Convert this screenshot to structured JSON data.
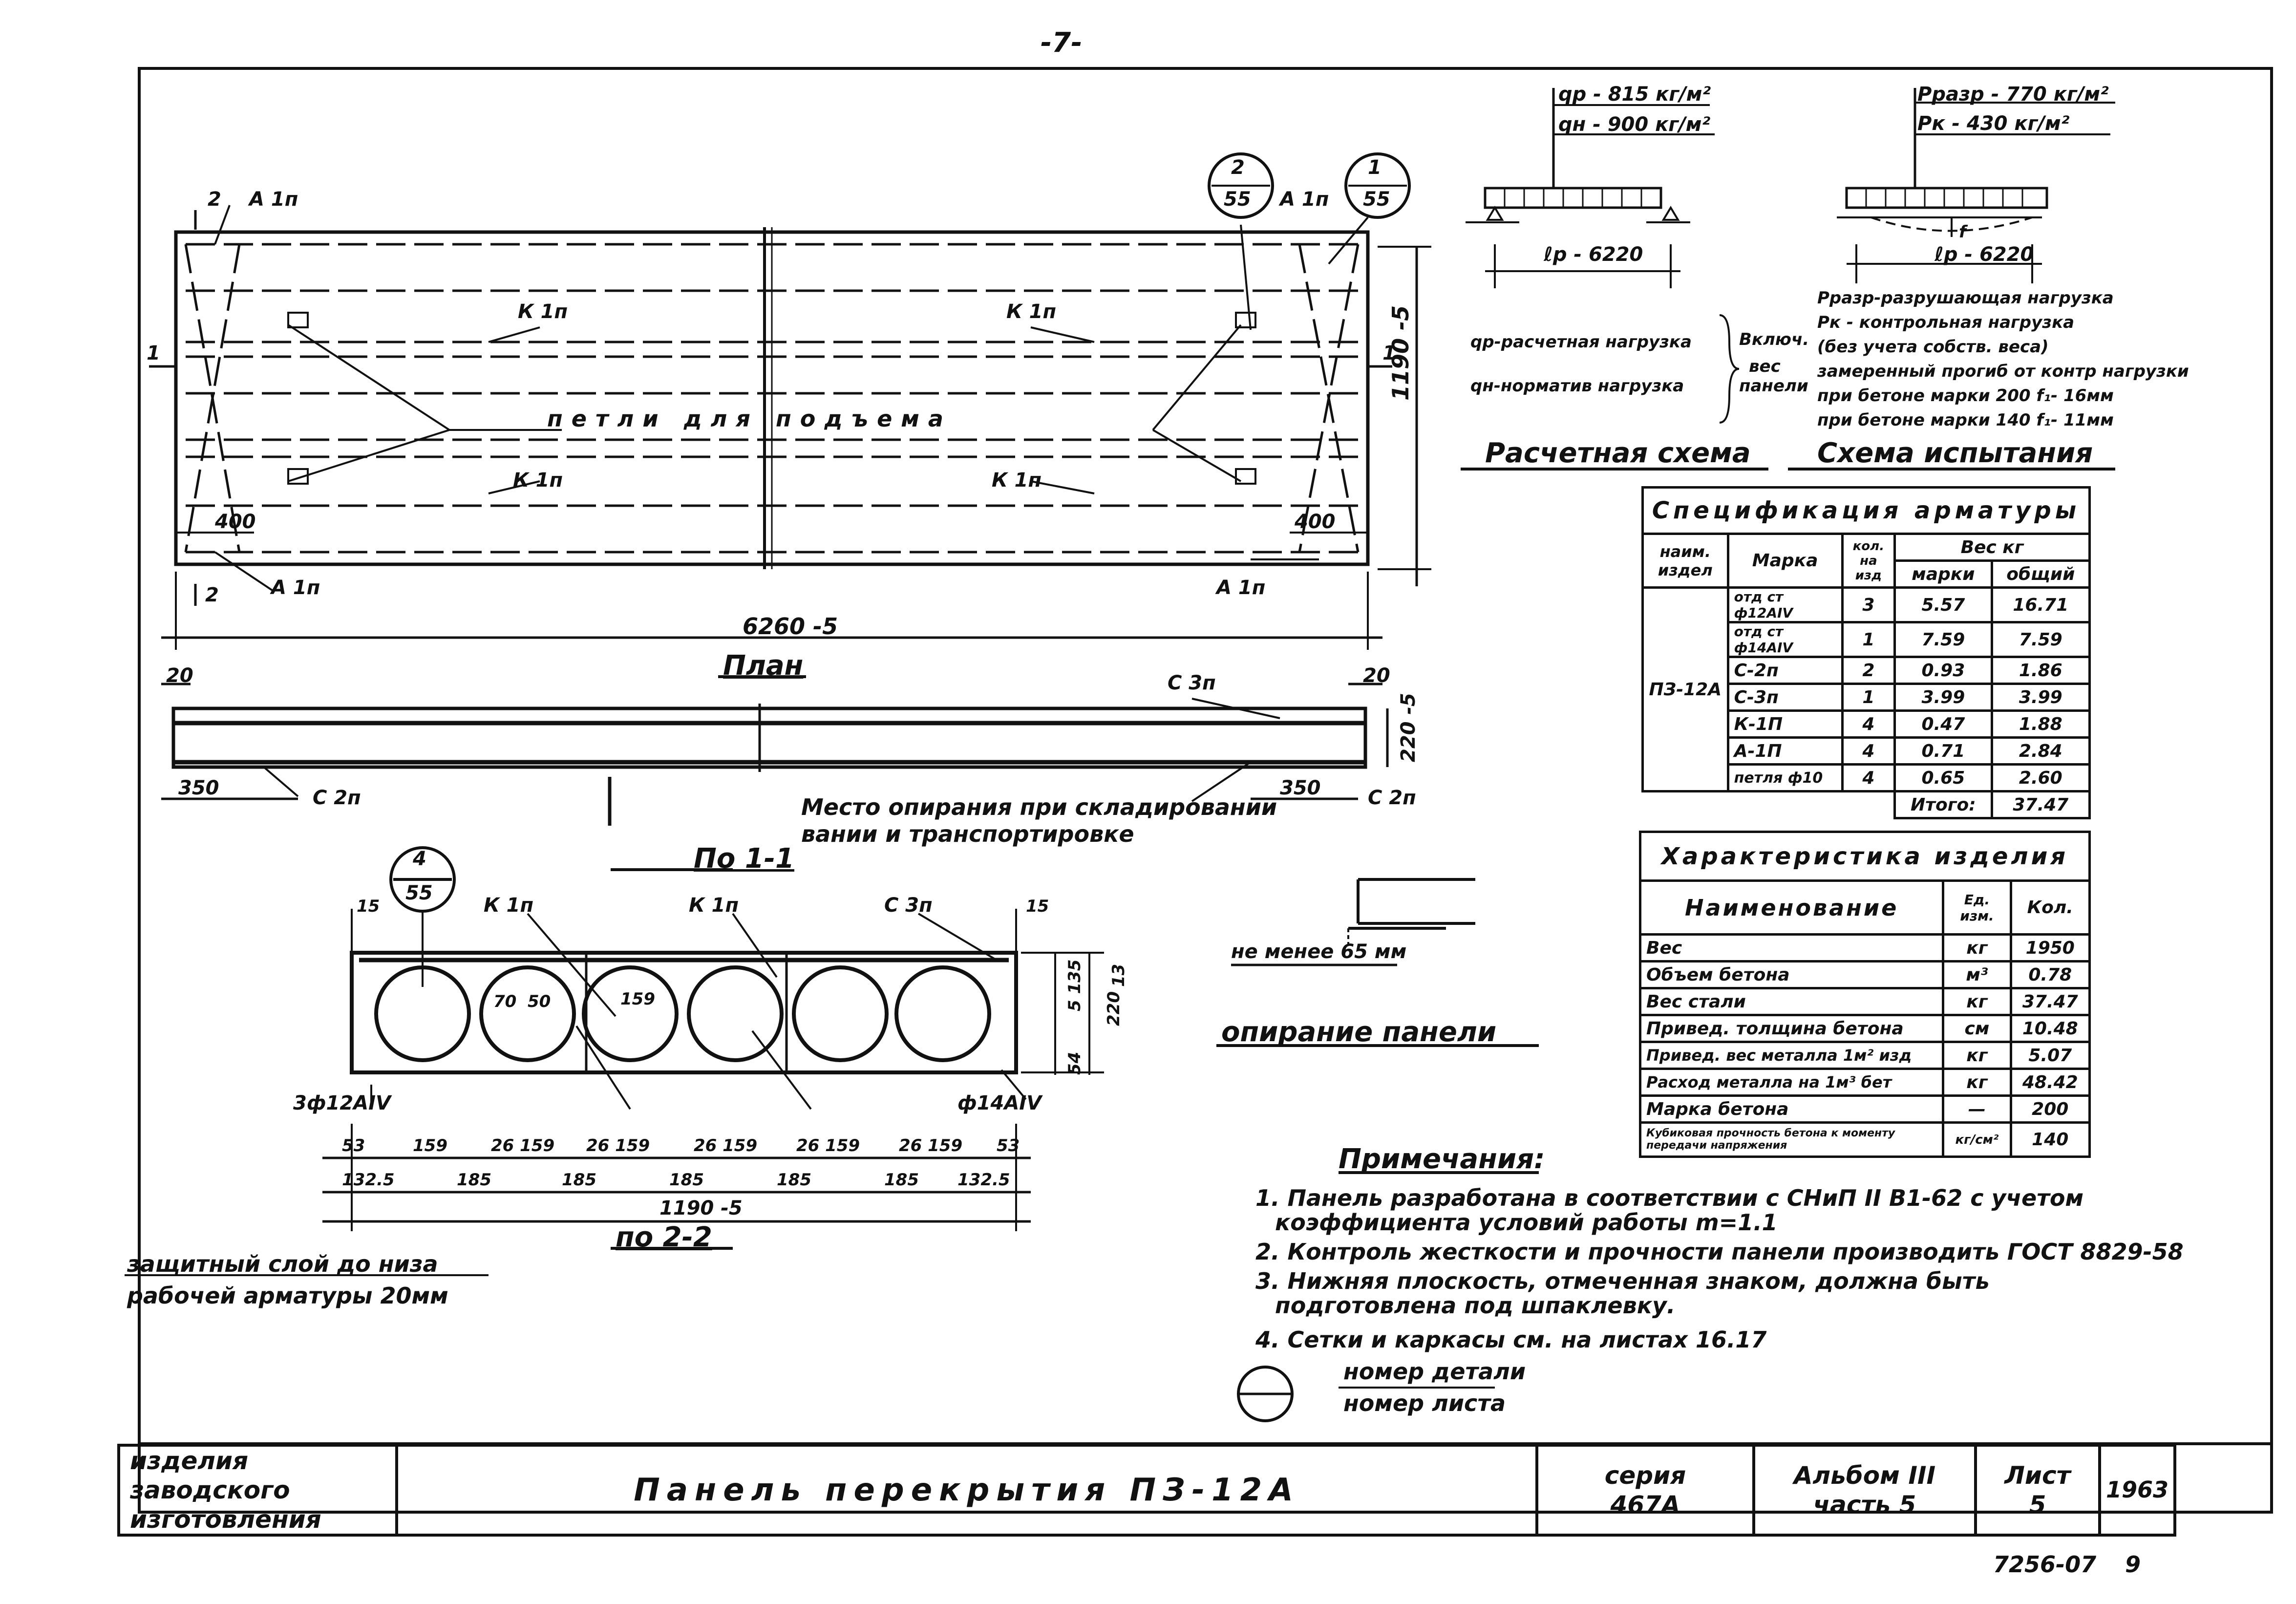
{
  "page_number": "-7-",
  "plan": {
    "labels": {
      "a1p_top_left": "А 1п",
      "a1p_top_right": "А 1п",
      "a1p_bottom_left": "А 1п",
      "a1p_bottom_right": "А 1п",
      "k1p_tl": "К 1п",
      "k1p_tr": "К 1п",
      "k1p_bl": "К 1п",
      "k1p_br": "К 1п",
      "lifting_loops": "петли для подъема",
      "dim_400_left": "400",
      "dim_400_right": "400",
      "length": "6260 -5",
      "width": "1190 -5",
      "section_2": "2",
      "section_1": "1",
      "callout_2_top": "2",
      "callout_2_bottom": "55",
      "callout_1_top": "1",
      "callout_1_bottom": "55"
    },
    "title": "План"
  },
  "side_view": {
    "labels": {
      "dim_20_left": "20",
      "dim_20_right": "20",
      "c3p": "С 3п",
      "c2p_left": "С 2п",
      "c2p_right": "С 2п",
      "dim_350_left": "350",
      "dim_350_right": "350",
      "height": "220 -5",
      "storage_note_1": "Место опирания при складировании",
      "storage_note_2": "вании и транспортировке"
    }
  },
  "section_1": {
    "title": "По 1-1",
    "callout_top": "4",
    "callout_bottom": "55",
    "labels": {
      "k1p_a": "К 1п",
      "k1p_b": "К 1п",
      "c3p": "С 3п",
      "dim_15_left": "15",
      "dim_15_right": "15",
      "dim_70": "70",
      "dim_50": "50",
      "dim_159": "159",
      "dim_135": "5 135",
      "dim_13": "13",
      "dim_220": "220",
      "dim_54": "54",
      "rebar_left": "3ф12АIV",
      "rebar_right": "ф14АIV"
    },
    "dims_row1": [
      "53",
      "159",
      "26 159",
      "26 159",
      "26 159",
      "26 159",
      "26 159",
      "53"
    ],
    "dims_row2": [
      "132.5",
      "185",
      "185",
      "185",
      "185",
      "185",
      "132.5"
    ],
    "total_width": "1190 -5",
    "title_2": "по 2-2",
    "protective_1": "защитный слой до низа",
    "protective_2": "рабочей арматуры 20мм"
  },
  "design_scheme": {
    "q_r": "qр - 815 кг/м²",
    "q_n": "qн - 900 кг/м²",
    "span": "ℓр - 6220",
    "legend_1": "qр-расчетная нагрузка",
    "legend_2": "qн-норматив нагрузка",
    "legend_brace_1": "Включ.",
    "legend_brace_2": "вес",
    "legend_brace_3": "панели",
    "title": "Расчетная схема"
  },
  "test_scheme": {
    "p_break": "Рразр - 770 кг/м²",
    "p_k": "Рк - 430 кг/м²",
    "span": "ℓр - 6220",
    "f": "f",
    "note_1": "Рразр-разрушающая нагрузка",
    "note_2": "Рк - контрольная нагрузка",
    "note_3": "(без учета собств. веса)",
    "note_4": "замеренный прогиб от контр нагрузки",
    "note_5": "при бетоне марки 200 f₁- 16мм",
    "note_6": "при бетоне марки 140 f₁- 11мм",
    "title": "Схема испытания"
  },
  "spec_table": {
    "title": "Спецификация арматуры",
    "headers": {
      "item": "наим. издел",
      "mark": "Марка",
      "qty": "кол. на изд",
      "weight": "Вес кг",
      "weight_mark": "марки",
      "weight_total": "общий"
    },
    "item_name": "ПЗ-12А",
    "rows": [
      {
        "mark": "отд ст ф12АIV",
        "qty": "3",
        "w": "5.57",
        "total": "16.71"
      },
      {
        "mark": "отд ст ф14АIV",
        "qty": "1",
        "w": "7.59",
        "total": "7.59"
      },
      {
        "mark": "С-2п",
        "qty": "2",
        "w": "0.93",
        "total": "1.86"
      },
      {
        "mark": "С-3п",
        "qty": "1",
        "w": "3.99",
        "total": "3.99"
      },
      {
        "mark": "К-1П",
        "qty": "4",
        "w": "0.47",
        "total": "1.88"
      },
      {
        "mark": "А-1П",
        "qty": "4",
        "w": "0.71",
        "total": "2.84"
      },
      {
        "mark": "петля ф10",
        "qty": "4",
        "w": "0.65",
        "total": "2.60"
      }
    ],
    "total_label": "Итого:",
    "total_value": "37.47"
  },
  "char_table": {
    "title": "Характеристика изделия",
    "headers": {
      "name": "Наименование",
      "unit": "Ед. изм.",
      "qty": "Кол."
    },
    "rows": [
      {
        "name": "Вес",
        "unit": "кг",
        "qty": "1950"
      },
      {
        "name": "Объем бетона",
        "unit": "м³",
        "qty": "0.78"
      },
      {
        "name": "Вес стали",
        "unit": "кг",
        "qty": "37.47"
      },
      {
        "name": "Привед. толщина бетона",
        "unit": "см",
        "qty": "10.48"
      },
      {
        "name": "Привед. вес металла 1м² изд",
        "unit": "кг",
        "qty": "5.07"
      },
      {
        "name": "Расход металла на 1м³ бет",
        "unit": "кг",
        "qty": "48.42"
      },
      {
        "name": "Марка бетона",
        "unit": "—",
        "qty": "200"
      },
      {
        "name": "Кубиковая прочность бетона к моменту передачи напряжения",
        "unit": "кг/см²",
        "qty": "140"
      }
    ]
  },
  "support": {
    "not_less": "не менее 65 мм",
    "title": "опирание панели"
  },
  "notes": {
    "title": "Примечания:",
    "items": [
      "1. Панель разработана в соответствии с СНиП II В1-62 с учетом",
      "коэффициента условий работы m=1.1",
      "2. Контроль жесткости и прочности панели производить ГОСТ 8829-58",
      "3. Нижняя плоскость, отмеченная знаком, должна быть",
      "подготовлена под шпаклевку.",
      "4. Сетки и каркасы см. на листах 16.17"
    ],
    "legend_top": "номер детали",
    "legend_bottom": "номер листа"
  },
  "title_block": {
    "left_1": "изделия заводского",
    "left_2": "изготовления",
    "title": "Панель перекрытия ПЗ-12А",
    "series_1": "серия",
    "series_2": "467А",
    "album_1": "Альбом III",
    "album_2": "часть 5",
    "sheet_1": "Лист",
    "sheet_2": "5",
    "year": "1963"
  },
  "footer": {
    "code": "7256-07",
    "num": "9"
  }
}
